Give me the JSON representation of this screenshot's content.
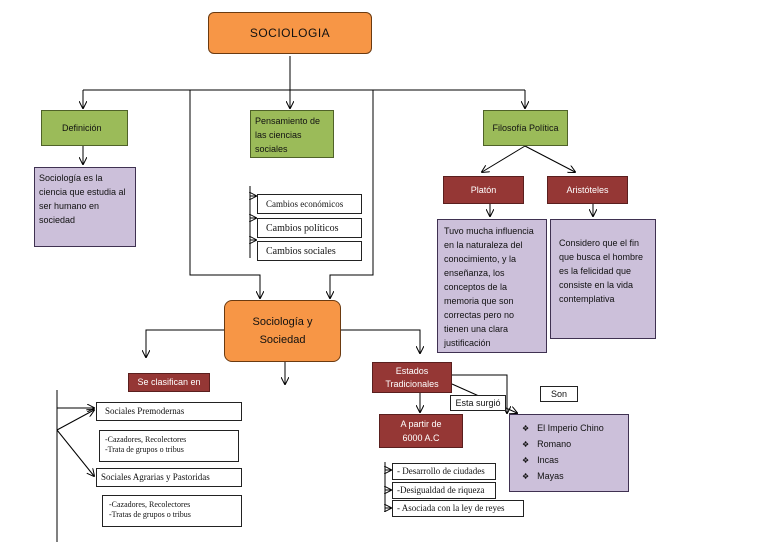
{
  "root": {
    "label": "SOCIOLOGIA"
  },
  "definicion": {
    "label": "Definición",
    "text": "Sociología es la ciencia que estudia al ser humano en sociedad"
  },
  "pensamiento": {
    "label": "Pensamiento de las ciencias sociales",
    "cambios": [
      "Cambios económicos",
      "Cambios políticos",
      "Cambios sociales"
    ]
  },
  "filosofia": {
    "label": "Filosofía Política",
    "platon": {
      "label": "Platón",
      "text": "Tuvo mucha influencia en la naturaleza del conocimiento, y la enseñanza, los conceptos de la memoria que son correctas pero no tienen una clara justificación"
    },
    "aristoteles": {
      "label": "Aristóteles",
      "text": "Considero que el fin que busca el hombre es la felicidad que consiste en la vida contemplativa"
    }
  },
  "sociedad": {
    "label": "Sociología y Sociedad",
    "clasifican": "Se clasifican en",
    "premodernas": {
      "label": "Sociales Premodernas",
      "items": [
        "-Cazadores, Recolectores",
        "-Trata de grupos o tribus"
      ]
    },
    "agrarias": {
      "label": "Sociales Agrarias y Pastoridas",
      "items": [
        "-Cazadores, Recolectores",
        "-Tratas de grupos o tribus"
      ]
    },
    "estados": {
      "label": "Estados Tradicionales",
      "surgio": "Esta surgió",
      "son": "Son",
      "fecha": "A partir de 6000 A.C",
      "detalles": [
        "- Desarrollo de ciudades",
        "-Desigualdad de riqueza",
        "- Asociada con la ley de reyes"
      ],
      "ejemplos": [
        "El Imperio Chino",
        "Romano",
        "Incas",
        "Mayas"
      ]
    }
  }
}
